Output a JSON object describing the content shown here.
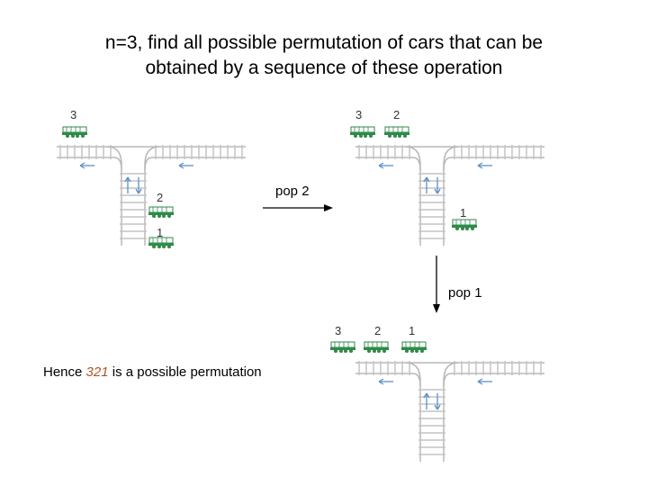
{
  "title": {
    "line1": "n=3, find all possible permutation of cars that can be",
    "line2": "obtained by a sequence of these operation"
  },
  "panel1": {
    "label_3": "3",
    "label_2": "2",
    "label_1": "1"
  },
  "panel2": {
    "label_3": "3",
    "label_2": "2",
    "label_1": "1"
  },
  "panel3": {
    "label_3": "3",
    "label_2": "2",
    "label_1": "1"
  },
  "operations": {
    "pop2": "pop 2",
    "pop1": "pop 1"
  },
  "conclusion": {
    "prefix": "Hence ",
    "number": "321",
    "suffix": " is a possible permutation"
  },
  "colors": {
    "track": "#b8b8b8",
    "car": "#2f8a4a",
    "arrow": "#5a8fc8",
    "highlight": "#b0532a"
  }
}
